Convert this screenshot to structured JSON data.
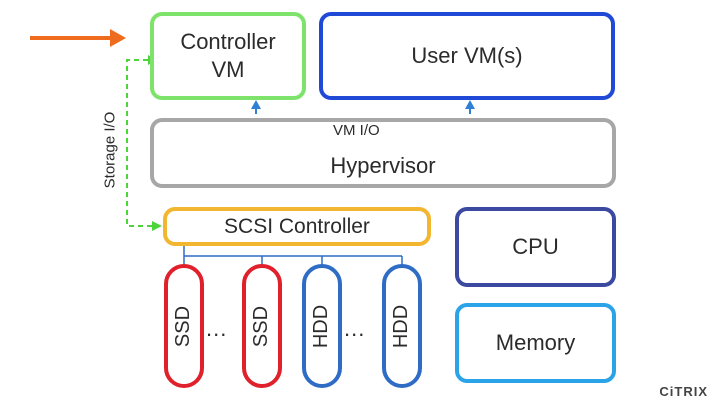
{
  "nodes": {
    "controller_vm": "Controller\nVM",
    "user_vms": "User VM(s)",
    "hypervisor": "Hypervisor",
    "scsi_controller": "SCSI Controller",
    "cpu": "CPU",
    "memory": "Memory",
    "disks": [
      "SSD",
      "SSD",
      "HDD",
      "HDD"
    ],
    "ellipsis": "..."
  },
  "labels": {
    "vm_io": "VM I/O",
    "storage_io": "Storage I/O"
  },
  "logo": "CiTRIX",
  "colors": {
    "controller": "#7ee36a",
    "user_vm": "#1f49d6",
    "hypervisor": "#a7a7a7",
    "scsi": "#f2b630",
    "cpu": "#3b4aa0",
    "memory": "#2aa3e8",
    "ssd": "#e0202a",
    "hdd": "#2e6cc6",
    "arrow": "#ef6b1e",
    "vm_io_line": "#2e7fd6",
    "storage_io_line": "#4dd43a"
  }
}
